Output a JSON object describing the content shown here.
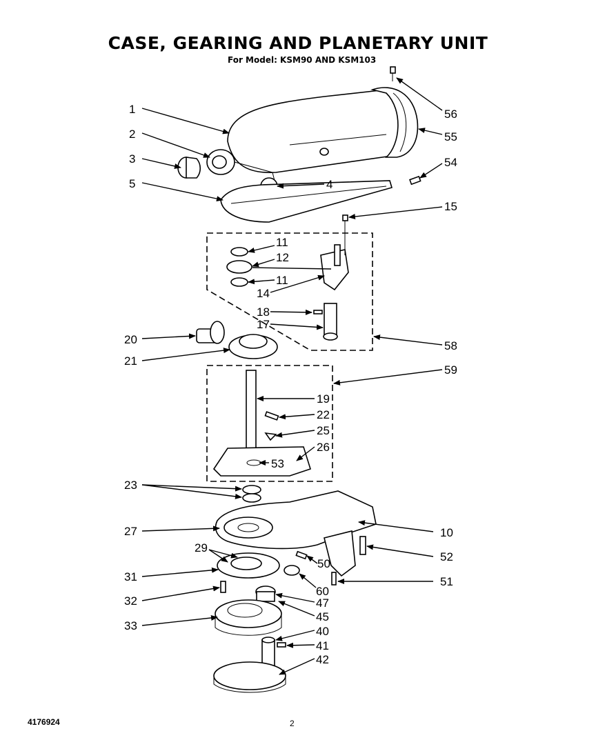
{
  "title": "CASE, GEARING AND PLANETARY UNIT",
  "subtitle": "For Model: KSM90 AND KSM103",
  "doc_number": "4176924",
  "page_number": "2",
  "callouts": {
    "c1": "1",
    "c2": "2",
    "c3": "3",
    "c4": "4",
    "c5": "5",
    "c10": "10",
    "c11a": "11",
    "c11b": "11",
    "c12": "12",
    "c14": "14",
    "c15": "15",
    "c17": "17",
    "c18": "18",
    "c19": "19",
    "c20": "20",
    "c21": "21",
    "c22": "22",
    "c23": "23",
    "c25": "25",
    "c26": "26",
    "c27": "27",
    "c29": "29",
    "c31": "31",
    "c32": "32",
    "c33": "33",
    "c40": "40",
    "c41": "41",
    "c42": "42",
    "c45": "45",
    "c47": "47",
    "c50": "50",
    "c51": "51",
    "c52": "52",
    "c53": "53",
    "c54": "54",
    "c55": "55",
    "c56": "56",
    "c58": "58",
    "c59": "59",
    "c60": "60"
  }
}
